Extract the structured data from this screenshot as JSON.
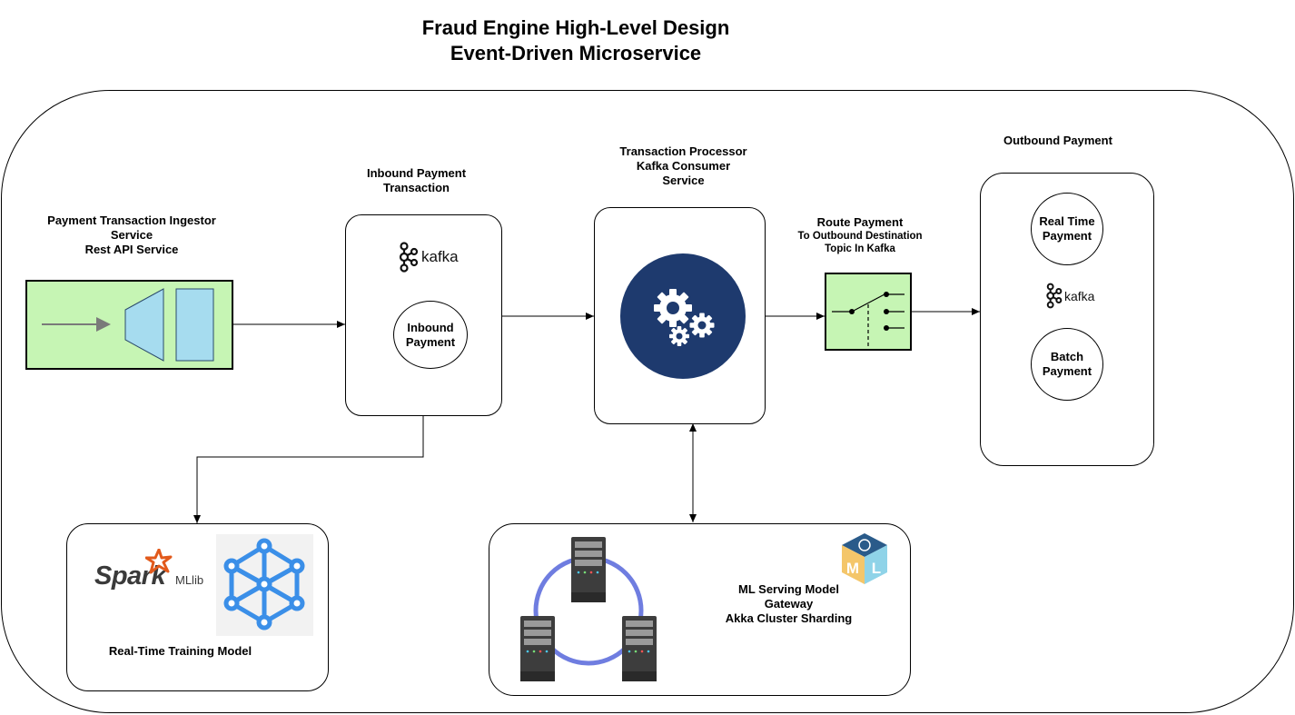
{
  "title": {
    "line1": "Fraud Engine High-Level Design",
    "line2": "Event-Driven Microservice"
  },
  "ingestor": {
    "line1": "Payment Transaction Ingestor",
    "line2": "Service",
    "line3": "Rest API Service"
  },
  "inbound": {
    "heading1": "Inbound Payment",
    "heading2": "Transaction",
    "logo_text": "kafka",
    "topic1": "Inbound",
    "topic2": "Payment"
  },
  "processor": {
    "line1": "Transaction Processor",
    "line2": "Kafka Consumer",
    "line3": "Service"
  },
  "route": {
    "title": "Route Payment",
    "sub1": "To Outbound Destination",
    "sub2": "Topic In Kafka"
  },
  "outbound": {
    "heading": "Outbound Payment",
    "realtime1": "Real Time",
    "realtime2": "Payment",
    "logo_text": "kafka",
    "batch1": "Batch",
    "batch2": "Payment"
  },
  "training": {
    "spark_text": "Spark",
    "mllib_text": "MLlib",
    "label": "Real-Time Training Model"
  },
  "serving": {
    "line1": "ML Serving Model",
    "line2": "Gateway",
    "line3": "Akka Cluster Sharding",
    "badge_m": "M",
    "badge_l": "L"
  },
  "colors": {
    "green": "#c6f5b4",
    "light_blue": "#a6dcef",
    "navy": "#1e3a6e",
    "network_blue": "#3b8fe8",
    "ring": "#6f7de0",
    "spark_orange": "#e25a1c"
  }
}
